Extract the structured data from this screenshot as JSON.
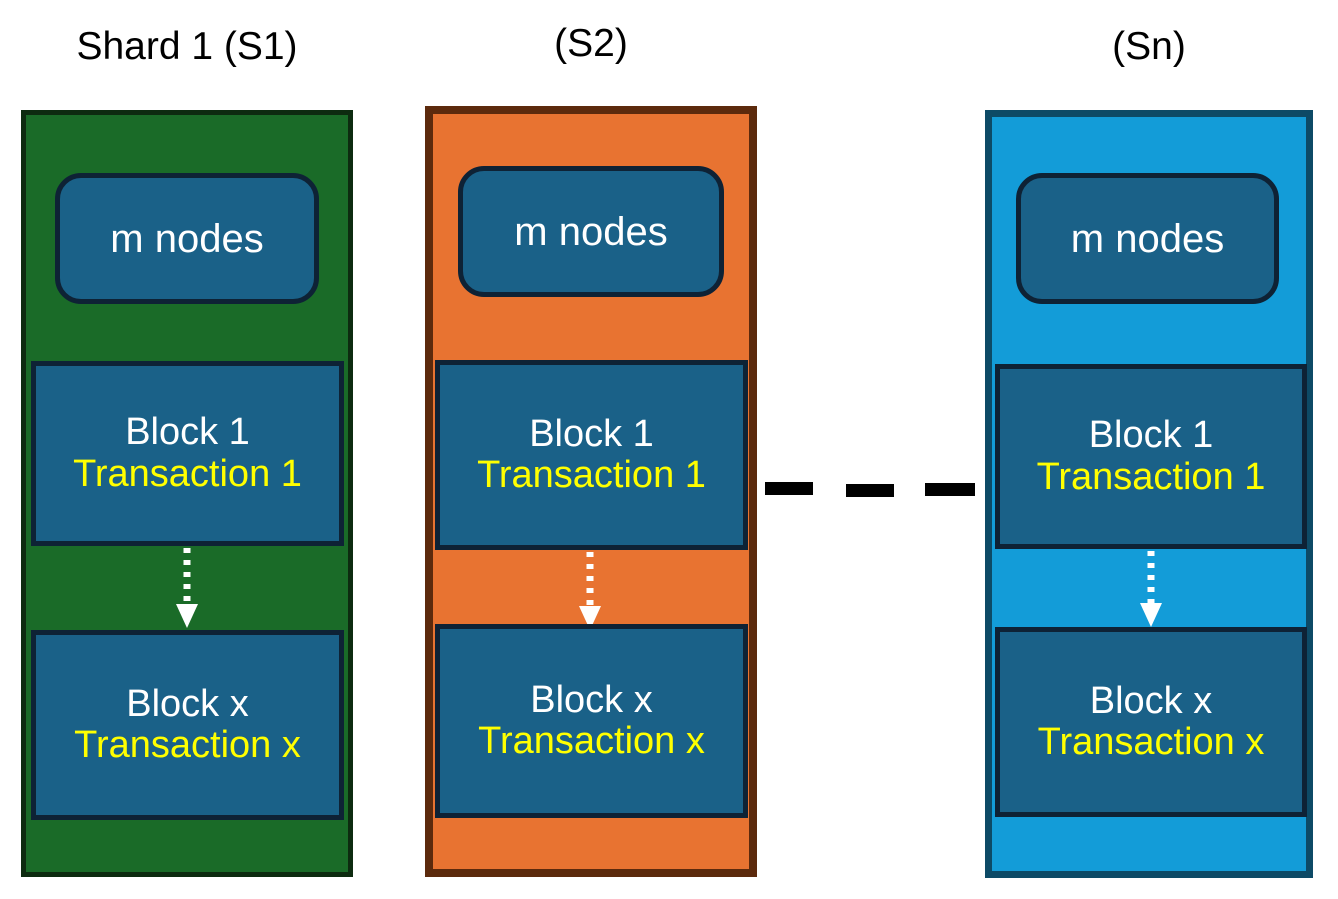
{
  "diagram": {
    "title": "Blockchain sharding diagram",
    "colors": {
      "shard_green_fill": "#1a6b28",
      "shard_green_border": "#0d2b10",
      "shard_orange_fill": "#e87331",
      "shard_orange_border": "#5c2a0d",
      "shard_blue_fill": "#139cd8",
      "shard_blue_border": "#0d4a66",
      "inner_box_fill": "#1a6188",
      "inner_box_border": "#0e2235",
      "block_title_text": "#ffffff",
      "transaction_text": "#ffff00",
      "arrow_color": "#ffffff",
      "connector_dash": "#000000",
      "background": "#ffffff"
    },
    "shards": [
      {
        "id": "s1",
        "title": "Shard 1 (S1)",
        "nodes_label": "m nodes",
        "blocks": [
          {
            "name": "Block 1",
            "transaction": "Transaction 1"
          },
          {
            "name": "Block x",
            "transaction": "Transaction x"
          }
        ]
      },
      {
        "id": "s2",
        "title": "(S2)",
        "nodes_label": "m nodes",
        "blocks": [
          {
            "name": "Block 1",
            "transaction": "Transaction 1"
          },
          {
            "name": "Block x",
            "transaction": "Transaction x"
          }
        ]
      },
      {
        "id": "sn",
        "title": "(Sn)",
        "nodes_label": "m nodes",
        "blocks": [
          {
            "name": "Block 1",
            "transaction": "Transaction 1"
          },
          {
            "name": "Block x",
            "transaction": "Transaction x"
          }
        ]
      }
    ],
    "connector": {
      "style": "dashed",
      "dash_count": 3,
      "icon": "horizontal-dashed-line-icon"
    },
    "block_arrow": {
      "style": "dotted",
      "direction": "down",
      "icon": "dotted-down-arrow-icon"
    }
  }
}
